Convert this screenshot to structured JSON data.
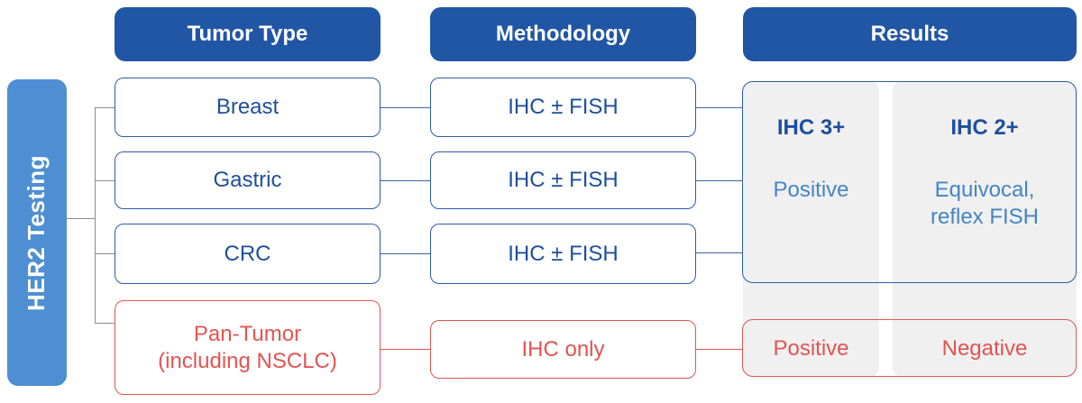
{
  "colors": {
    "header_bg": "#2156a5",
    "blue_border": "#2d5ca9",
    "blue_text": "#1d4f9e",
    "light_blue_text": "#4485c4",
    "red": "#e25452",
    "her2_bar_bg": "#4d8fd2",
    "panel_gray": "#f0f0f1",
    "connector_gray": "#8c8c8c",
    "connector_blue": "#41639e"
  },
  "root": {
    "label": "HER2 Testing"
  },
  "columns": {
    "tumor_type": {
      "header": "Tumor Type",
      "items": [
        {
          "label": "Breast"
        },
        {
          "label": "Gastric"
        },
        {
          "label": "CRC"
        },
        {
          "label": "Pan-Tumor",
          "sublabel": "(including NSCLC)"
        }
      ]
    },
    "methodology": {
      "header": "Methodology",
      "items": [
        {
          "label": "IHC ± FISH"
        },
        {
          "label": "IHC ± FISH"
        },
        {
          "label": "IHC ± FISH"
        },
        {
          "label": "IHC only"
        }
      ]
    },
    "results": {
      "header": "Results",
      "ihc3": {
        "heading": "IHC 3+",
        "value": "Positive"
      },
      "ihc2": {
        "heading": "IHC 2+",
        "value_line1": "Equivocal,",
        "value_line2": "reflex FISH"
      },
      "pan_tumor": {
        "left": "Positive",
        "right": "Negative"
      }
    }
  }
}
